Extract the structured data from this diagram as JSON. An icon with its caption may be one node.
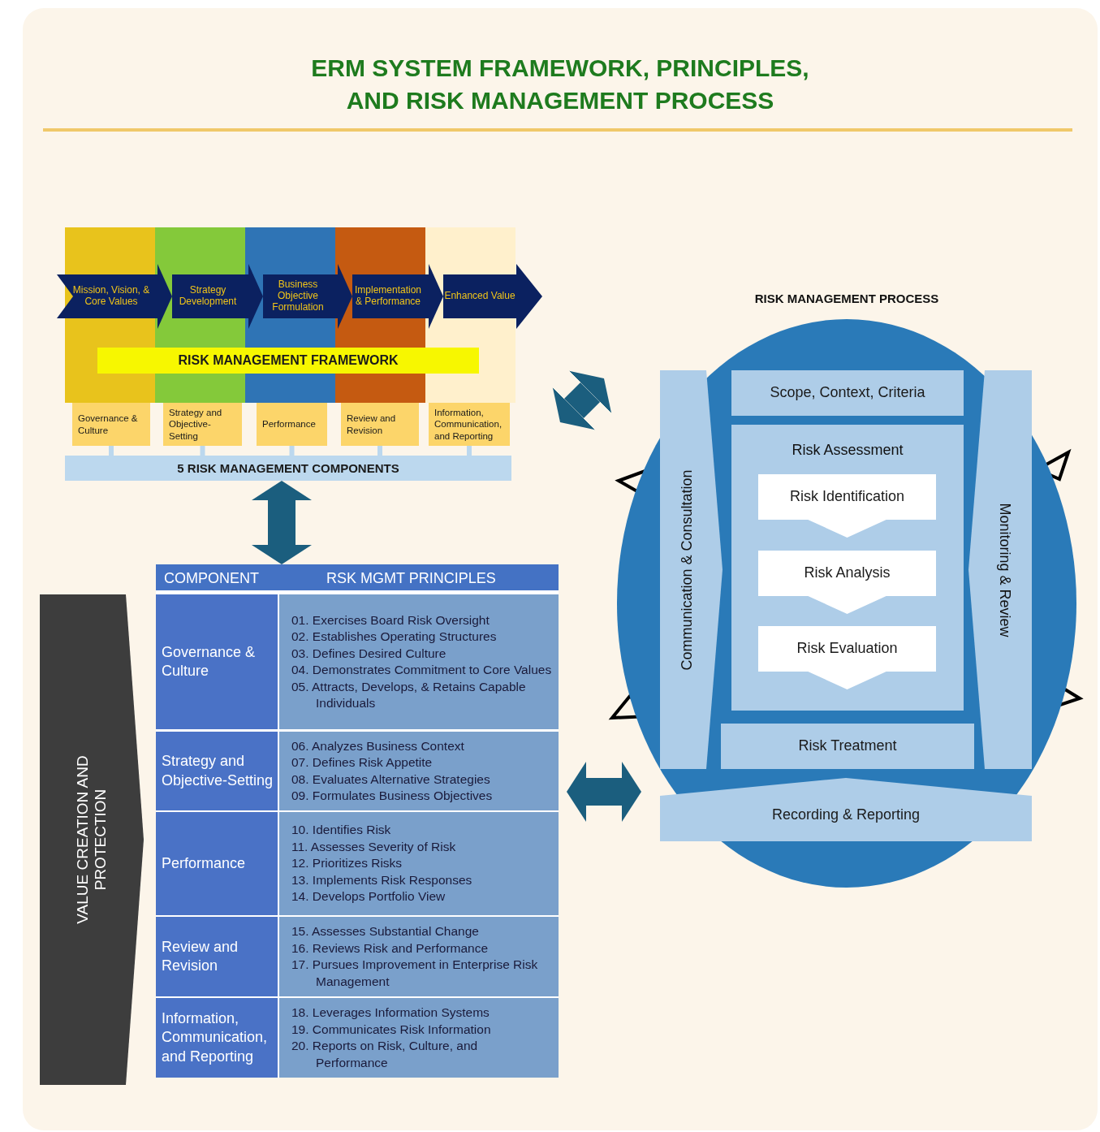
{
  "diagram": {
    "title": "ERM SYSTEM FRAMEWORK, PRINCIPLES, AND RISK MANAGEMENT PROCESS",
    "nodes": [
      {
        "text": [
          "Mission, Vision, & Core Values"
        ]
      },
      {
        "text": [
          "Strategy Development"
        ]
      },
      {
        "text": [
          "Business Objective Formulation"
        ]
      },
      {
        "text": [
          "Implementation & Performance"
        ]
      },
      {
        "text": [
          "Enhanced Value"
        ]
      },
      {
        "text": [
          "RISK MANAGEMENT FRAMEWORK"
        ]
      },
      {
        "text": [
          "Governance & Culture"
        ]
      },
      {
        "text": [
          "Strategy and Objective-Setting"
        ]
      },
      {
        "text": [
          "Performance"
        ]
      },
      {
        "text": [
          "Review and Revision"
        ]
      },
      {
        "text": [
          "Information, Communication, and Reporting"
        ]
      },
      {
        "text": [
          "5 RISK MANAGEMENT COMPONENTS"
        ]
      },
      {
        "text": [
          "COMPONENT",
          "RSK MGMT PRINCIPLES"
        ]
      },
      {
        "text": [
          "Governance & Culture"
        ],
        "in": 12
      },
      {
        "text": [
          "01. Exercises Board Risk Oversight",
          "02. Establishes Operating Structures",
          "03. Defines Desired Culture",
          "04. Demonstrates Commitment to Core Values",
          "05. Attracts, Develops, & Retains Capable Individuals"
        ],
        "in": 12
      },
      {
        "text": [
          "Strategy and Objective-Setting"
        ],
        "in": 12
      },
      {
        "text": [
          "06. Analyzes Business Context",
          "07. Defines Risk Appetite",
          "08. Evaluates Alternative Strategies",
          "09. Formulates Business Objectives"
        ],
        "in": 12
      },
      {
        "text": [
          "Performance"
        ],
        "in": 12
      },
      {
        "text": [
          "10. Identifies Risk",
          "11. Assesses Severity of Risk",
          "12. Prioritizes Risks",
          "13. Implements Risk Responses",
          "14. Develops Portfolio View"
        ],
        "in": 12
      },
      {
        "text": [
          "Review and Revision"
        ],
        "in": 12
      },
      {
        "text": [
          "15. Assesses Substantial Change",
          "16. Reviews Risk and Performance",
          "17. Pursues Improvement in Enterprise Risk Management"
        ],
        "in": 12
      },
      {
        "text": [
          "Information, Communication, and Reporting"
        ],
        "in": 12
      },
      {
        "text": [
          "18. Leverages Information Systems",
          "19. Communicates Risk Information",
          "20. Reports on Risk, Culture, and Performance"
        ],
        "in": 12
      },
      {
        "text": [
          "VALUE CREATION AND PROTECTION"
        ]
      },
      {
        "text": [
          "RISK MANAGEMENT PROCESS"
        ]
      },
      {
        "text": [
          "Communication & Consultation"
        ],
        "in": 24
      },
      {
        "text": [
          "Scope, Context, Criteria"
        ],
        "in": 24
      },
      {
        "text": [
          "Risk Assessment"
        ],
        "in": 24
      },
      {
        "text": [
          "Risk Identification"
        ],
        "in": 27
      },
      {
        "text": [
          "Risk Analysis"
        ],
        "in": 27
      },
      {
        "text": [
          "Risk Evaluation"
        ],
        "in": 27
      },
      {
        "text": [
          "Monitoring & Review"
        ],
        "in": 24
      },
      {
        "text": [
          "Risk Treatment"
        ],
        "in": 24
      },
      {
        "text": [
          "Recording & Reporting"
        ],
        "in": 24
      }
    ],
    "edges": [
      {
        "from": 6,
        "to": 11,
        "arrow": "none"
      },
      {
        "from": 7,
        "to": 11,
        "arrow": "none"
      },
      {
        "from": 8,
        "to": 11,
        "arrow": "none"
      },
      {
        "from": 9,
        "to": 11,
        "arrow": "none"
      },
      {
        "from": 10,
        "to": 11,
        "arrow": "none"
      },
      {
        "from": 11,
        "to": 12,
        "arrow": "both",
        "color": "#1b5e7e"
      },
      {
        "from": 12,
        "to": 24,
        "arrow": "both",
        "color": "#1b5e7e"
      },
      {
        "from": 5,
        "to": 24,
        "arrow": "both",
        "color": "#1b5e7e"
      },
      {
        "from": 0,
        "to": 1,
        "arrow": "to",
        "color": "#0b2160"
      },
      {
        "from": 1,
        "to": 2,
        "arrow": "to",
        "color": "#0b2160"
      },
      {
        "from": 2,
        "to": 3,
        "arrow": "to",
        "color": "#0b2160"
      },
      {
        "from": 3,
        "to": 4,
        "arrow": "to",
        "color": "#0b2160"
      }
    ]
  }
}
